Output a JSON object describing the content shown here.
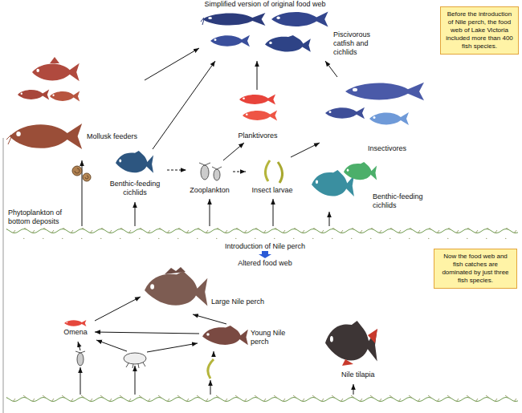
{
  "diagram": {
    "nodes": [
      {
        "text": [
          "Piscivorous catfish and cichlids"
        ]
      },
      {
        "text": [
          "Before the introduction of Nile perch, the food web of Lake Victoria included more than 400 fish species."
        ]
      },
      {
        "text": [
          "Mollusk feeders"
        ]
      },
      {
        "text": [
          "Planktivores"
        ]
      },
      {
        "text": [
          "Insectivores"
        ]
      },
      {
        "text": [
          "Benthic-feeding cichlids"
        ]
      },
      {
        "text": [
          "Zooplankton"
        ]
      },
      {
        "text": [
          "Insect larvae"
        ]
      },
      {
        "text": [
          "Benthic-feeding cichlids"
        ]
      },
      {
        "text": [
          "Phytoplankton of bottom deposits"
        ]
      },
      {
        "text": [
          "Large Nile perch"
        ]
      },
      {
        "text": [
          "Now the food web and fish catches are dominated by just three fish species."
        ]
      },
      {
        "text": [
          "Omena"
        ]
      },
      {
        "text": [
          "Young Nile perch"
        ]
      },
      {
        "text": [
          "Nile tilapia"
        ]
      }
    ],
    "edges": [
      {
        "from": 9,
        "to": 2,
        "arrow": "to"
      },
      {
        "from": 9,
        "to": 5,
        "arrow": "to"
      },
      {
        "from": 9,
        "to": 6,
        "arrow": "to"
      },
      {
        "from": 9,
        "to": 7,
        "arrow": "to"
      },
      {
        "from": 9,
        "to": 8,
        "arrow": "to"
      },
      {
        "from": 5,
        "to": 6,
        "arrow": "to"
      },
      {
        "from": 6,
        "to": 7,
        "arrow": "to"
      },
      {
        "from": 6,
        "to": 3,
        "arrow": "to"
      },
      {
        "from": 7,
        "to": 4,
        "arrow": "to"
      },
      {
        "from": 2,
        "to": 0,
        "arrow": "to"
      },
      {
        "from": 5,
        "to": 0,
        "arrow": "to"
      },
      {
        "from": 3,
        "to": 0,
        "arrow": "to"
      },
      {
        "from": 4,
        "to": 0,
        "arrow": "to"
      },
      {
        "from": 12,
        "to": 10,
        "arrow": "to"
      },
      {
        "from": 13,
        "to": 10,
        "arrow": "to"
      },
      {
        "from": 13,
        "to": 12,
        "arrow": "to"
      }
    ],
    "labels": [
      "Simplified version of original food web",
      "Introduction of Nile perch",
      "Altered food web"
    ]
  }
}
